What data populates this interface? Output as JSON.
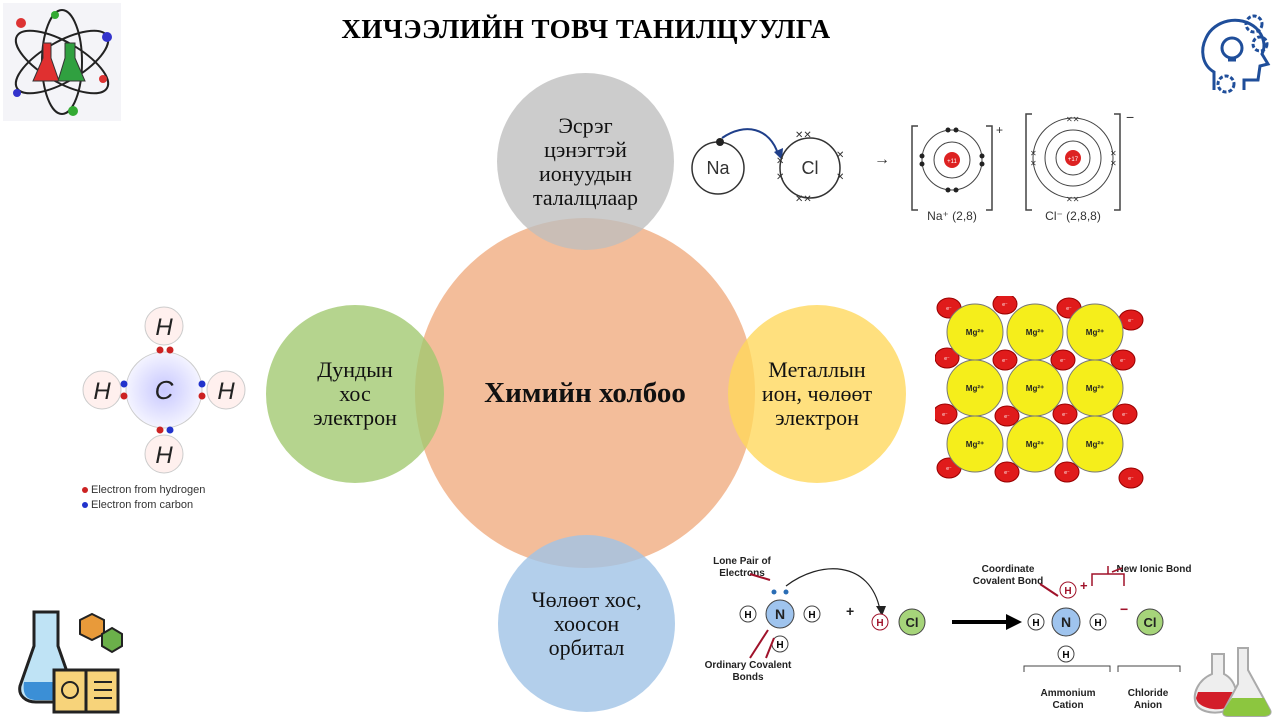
{
  "title": "ХИЧЭЭЛИЙН ТОВЧ ТАНИЛЦУУЛГА",
  "center": {
    "label": "Химийн холбоо"
  },
  "top": {
    "label": "Эсрэг\nцэнэгтэй\nионуудын\nталалцлаар"
  },
  "left": {
    "label": "Дундын\nхос\nэлектрон"
  },
  "right": {
    "label": "Металлын\nион, чөлөөт\nэлектрон"
  },
  "bottom": {
    "label": "Чөлөөт хос,\nхоосон\nорбитал"
  },
  "ionic": {
    "na": "Na",
    "cl": "Cl",
    "arrow": "→",
    "na_ion": "Na⁺ (2,8)",
    "cl_ion": "Cl⁻ (2,8,8)",
    "plus": "+",
    "minus": "−",
    "na_core": "+11",
    "cl_core": "+17"
  },
  "covalent": {
    "carbon": "C",
    "hydrogen": "H",
    "legend_hydrogen": "Electron from hydrogen",
    "legend_carbon": "Electron from carbon",
    "colors": {
      "hydrogen_electron": "#cc2222",
      "carbon_electron": "#2233cc"
    }
  },
  "metallic": {
    "ion": "Mg²⁺",
    "electron": "e⁻"
  },
  "coordinate": {
    "lone_pair": "Lone Pair of\nElectrons",
    "ordinary": "Ordinary Covalent\nBonds",
    "coordinate_bond": "Coordinate\nCovalent Bond",
    "new_ionic": "New Ionic Bond",
    "ammonium": "Ammonium\nCation",
    "chloride": "Chloride\nAnion",
    "n": "N",
    "h": "H",
    "cl": "Cl",
    "plus": "+",
    "minus": "−"
  },
  "icons": [
    "atom-flasks-icon",
    "head-gears-icon",
    "chemistry-book-icon",
    "flasks-icon"
  ]
}
